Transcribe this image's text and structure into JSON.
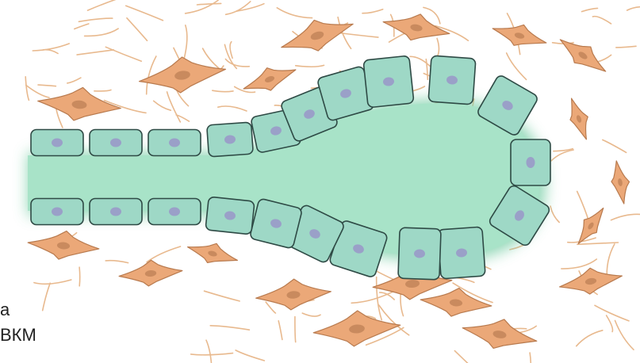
{
  "labels": {
    "line1": "а",
    "line2": "ВКМ"
  },
  "colors": {
    "background": "#ffffff",
    "fiber": "#e8b98e",
    "fibroblast_fill": "#eba878",
    "fibroblast_stroke": "#b87a4e",
    "fibroblast_nucleus": "#c98a5e",
    "lumen": "#a8e3c8",
    "lumen_halo": "#7fd0aa",
    "cell_fill": "#9ed8c6",
    "cell_stroke": "#2e4a45",
    "nucleus": "#9aa0c8"
  },
  "icons": {
    "lumen": "lumen-shape",
    "epithelial_cell": "epithelial-cell-icon",
    "fibroblast": "fibroblast-icon",
    "fiber": "collagen-fiber"
  }
}
